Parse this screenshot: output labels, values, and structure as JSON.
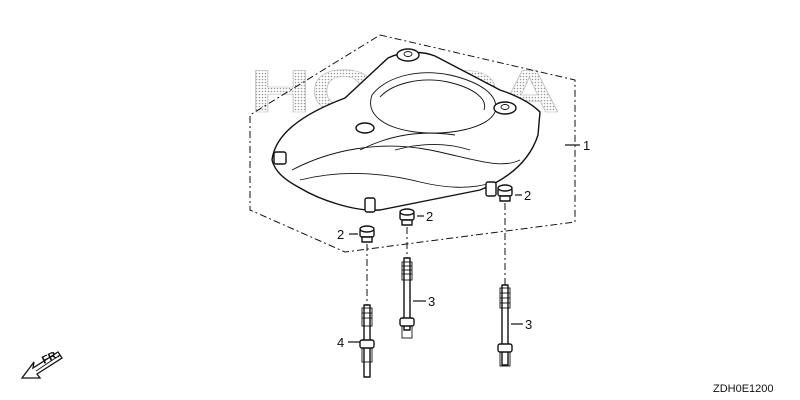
{
  "diagram": {
    "callouts": [
      {
        "id": "c1",
        "text": "1"
      },
      {
        "id": "c2a",
        "text": "2"
      },
      {
        "id": "c2b",
        "text": "2"
      },
      {
        "id": "c2c",
        "text": "2"
      },
      {
        "id": "c3a",
        "text": "3"
      },
      {
        "id": "c3b",
        "text": "3"
      },
      {
        "id": "c4",
        "text": "4"
      }
    ],
    "direction_label": "FR.",
    "diagram_code": "ZDH0E1200",
    "watermark": "HONDA"
  }
}
